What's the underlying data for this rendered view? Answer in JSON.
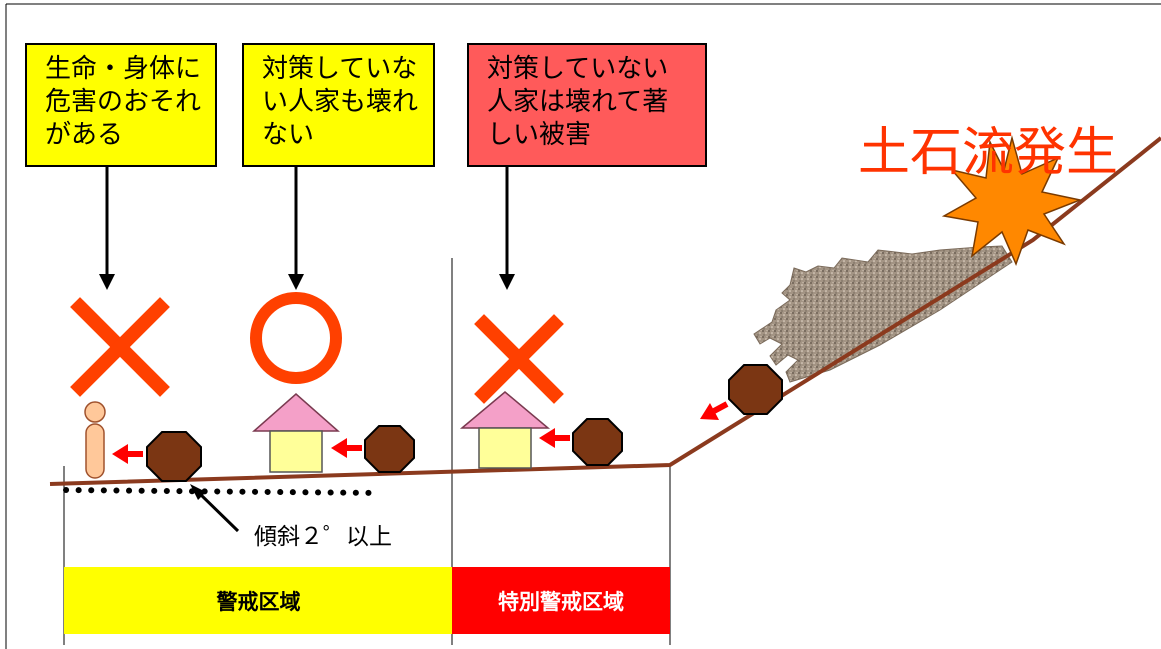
{
  "colors": {
    "warning_zone": "#ffff00",
    "special_zone": "#ff0000",
    "danger_box": "#ff5a5a",
    "caution_box": "#ffff00",
    "mark_red": "#ff4000",
    "ground": "#8b3a1e",
    "boulder": "#7b3613",
    "house_roof": "#f4a0c8",
    "house_wall": "#ffff99",
    "person": "#ffc89a",
    "debris": "#9a8a78",
    "burst": "#ff8800",
    "title_color": "#ff3300"
  },
  "boxes": {
    "box_a": "生命・身体に\n危害のおそれ\nがある",
    "box_b": "対策していな\nい人家も壊れ\nない",
    "box_c": "対策していない\n人家は壊れて著\nしい被害"
  },
  "title": "土石流発生",
  "incline_label": "傾斜２゜以上",
  "zones": {
    "warning": "警戒区域",
    "special": "特別警戒区域"
  },
  "icons": {
    "mark_a": "x-mark-icon",
    "mark_b": "circle-mark-icon",
    "mark_c": "x-mark-icon",
    "burst": "explosion-burst-icon"
  }
}
